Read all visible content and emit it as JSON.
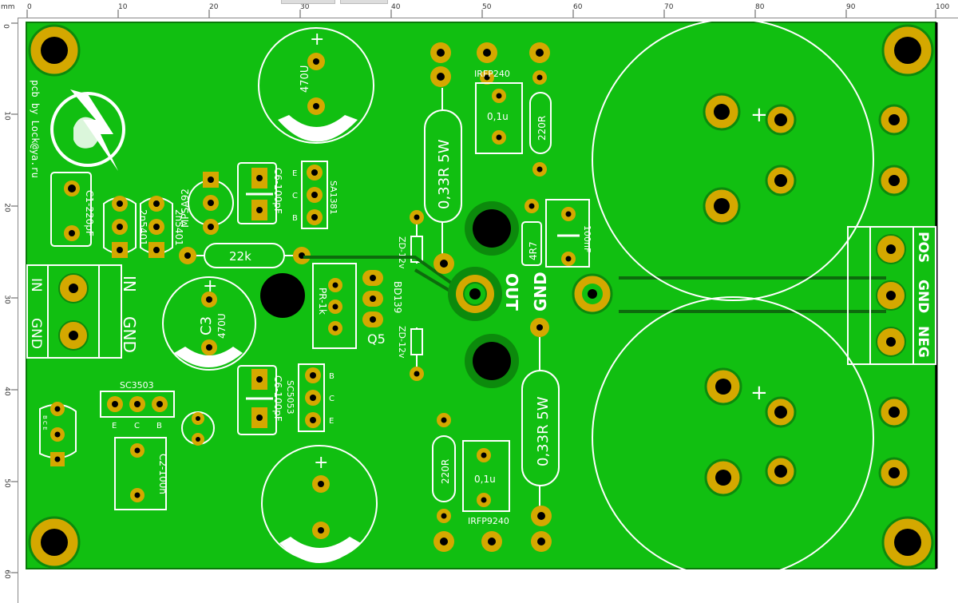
{
  "ruler": {
    "unit": "mm",
    "top_marks": [
      "0",
      "10",
      "20",
      "30",
      "40",
      "50",
      "60",
      "70",
      "80",
      "90",
      "100"
    ],
    "left_marks": [
      "0",
      "10",
      "20",
      "30",
      "40",
      "50",
      "60"
    ]
  },
  "colors": {
    "board": "#11bf11",
    "pad": "#d4a800",
    "pad_ring": "#0c8a0c",
    "silk": "#ffffff",
    "hole": "#000000",
    "trace": "#0d6b0d"
  },
  "silkscreen": {
    "credit": "pcb by Lock@ya.ru",
    "c1": "C1-220pF",
    "q1": "2n5401",
    "q2": "2n5401",
    "q3": "MPSA92",
    "c6a": "C6-100pF",
    "sa1381": "SA1381",
    "sa1381_pins": [
      "E",
      "C",
      "B"
    ],
    "r22k": "22k",
    "in_left": "IN",
    "gnd_left": "GND",
    "in_right": "IN",
    "gnd_right": "GND",
    "c3": "C3",
    "c3_val": "470U",
    "pr": "PR-1k",
    "q5": "Q5",
    "bd139": "BD139",
    "zd_top": "ZD-12v",
    "zd_bot": "ZD-12v",
    "c6b": "C6-100pF",
    "sc5053": "SC5053",
    "sc5053_pins": [
      "B",
      "C",
      "E"
    ],
    "sc3503": "SC3503",
    "sc3503_pins": [
      "E",
      "C",
      "B"
    ],
    "small_pins": "B C E",
    "c2": "C2-100n",
    "cap_top": "470U",
    "irfp240": "IRFP240",
    "c_top": "0,1u",
    "r220_top": "220R",
    "r033_top": "0,33R 5W",
    "r4r7": "4R7",
    "c100n": "100nF",
    "out": "OUT",
    "gnd_mid": "GND",
    "r033_bot": "0,33R 5W",
    "r220_bot": "220R",
    "c_bot": "0,1u",
    "irfp9240": "IRFP9240",
    "pos": "POS",
    "gnd_conn": "GND",
    "neg": "NEG",
    "plus": "+"
  }
}
